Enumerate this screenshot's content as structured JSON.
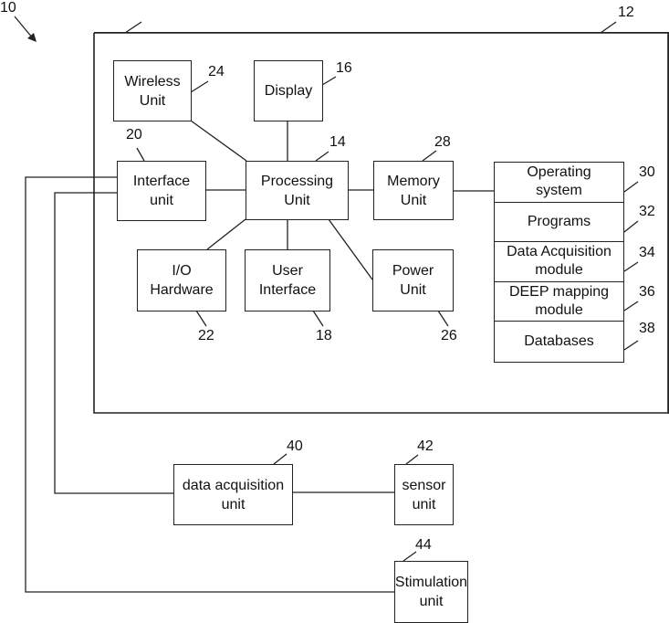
{
  "figure": {
    "ref": "10",
    "system_ref": "12",
    "blocks": {
      "wireless": {
        "lines": [
          "Wireless",
          "Unit"
        ],
        "ref": "24"
      },
      "display": {
        "lines": [
          "Display"
        ],
        "ref": "16"
      },
      "interface": {
        "lines": [
          "Interface",
          "unit"
        ],
        "ref": "20"
      },
      "processing": {
        "lines": [
          "Processing",
          "Unit"
        ],
        "ref": "14"
      },
      "memory": {
        "lines": [
          "Memory",
          "Unit"
        ],
        "ref": "28"
      },
      "io": {
        "lines": [
          "I/O",
          "Hardware"
        ],
        "ref": "22"
      },
      "user_interface": {
        "lines": [
          "User",
          "Interface"
        ],
        "ref": "18"
      },
      "power": {
        "lines": [
          "Power",
          "Unit"
        ],
        "ref": "26"
      },
      "data_acq_unit": {
        "lines": [
          "data acquisition",
          "unit"
        ],
        "ref": "40"
      },
      "sensor": {
        "lines": [
          "sensor",
          "unit"
        ],
        "ref": "42"
      },
      "stimulation": {
        "lines": [
          "Stimulation",
          "unit"
        ],
        "ref": "44"
      }
    },
    "memory_stack": [
      {
        "lines": [
          "Operating",
          "system"
        ],
        "ref": "30"
      },
      {
        "lines": [
          "Programs"
        ],
        "ref": "32"
      },
      {
        "lines": [
          "Data Acquisition",
          "module"
        ],
        "ref": "34"
      },
      {
        "lines": [
          "DEEP mapping",
          "module"
        ],
        "ref": "36"
      },
      {
        "lines": [
          "Databases"
        ],
        "ref": "38"
      }
    ]
  }
}
